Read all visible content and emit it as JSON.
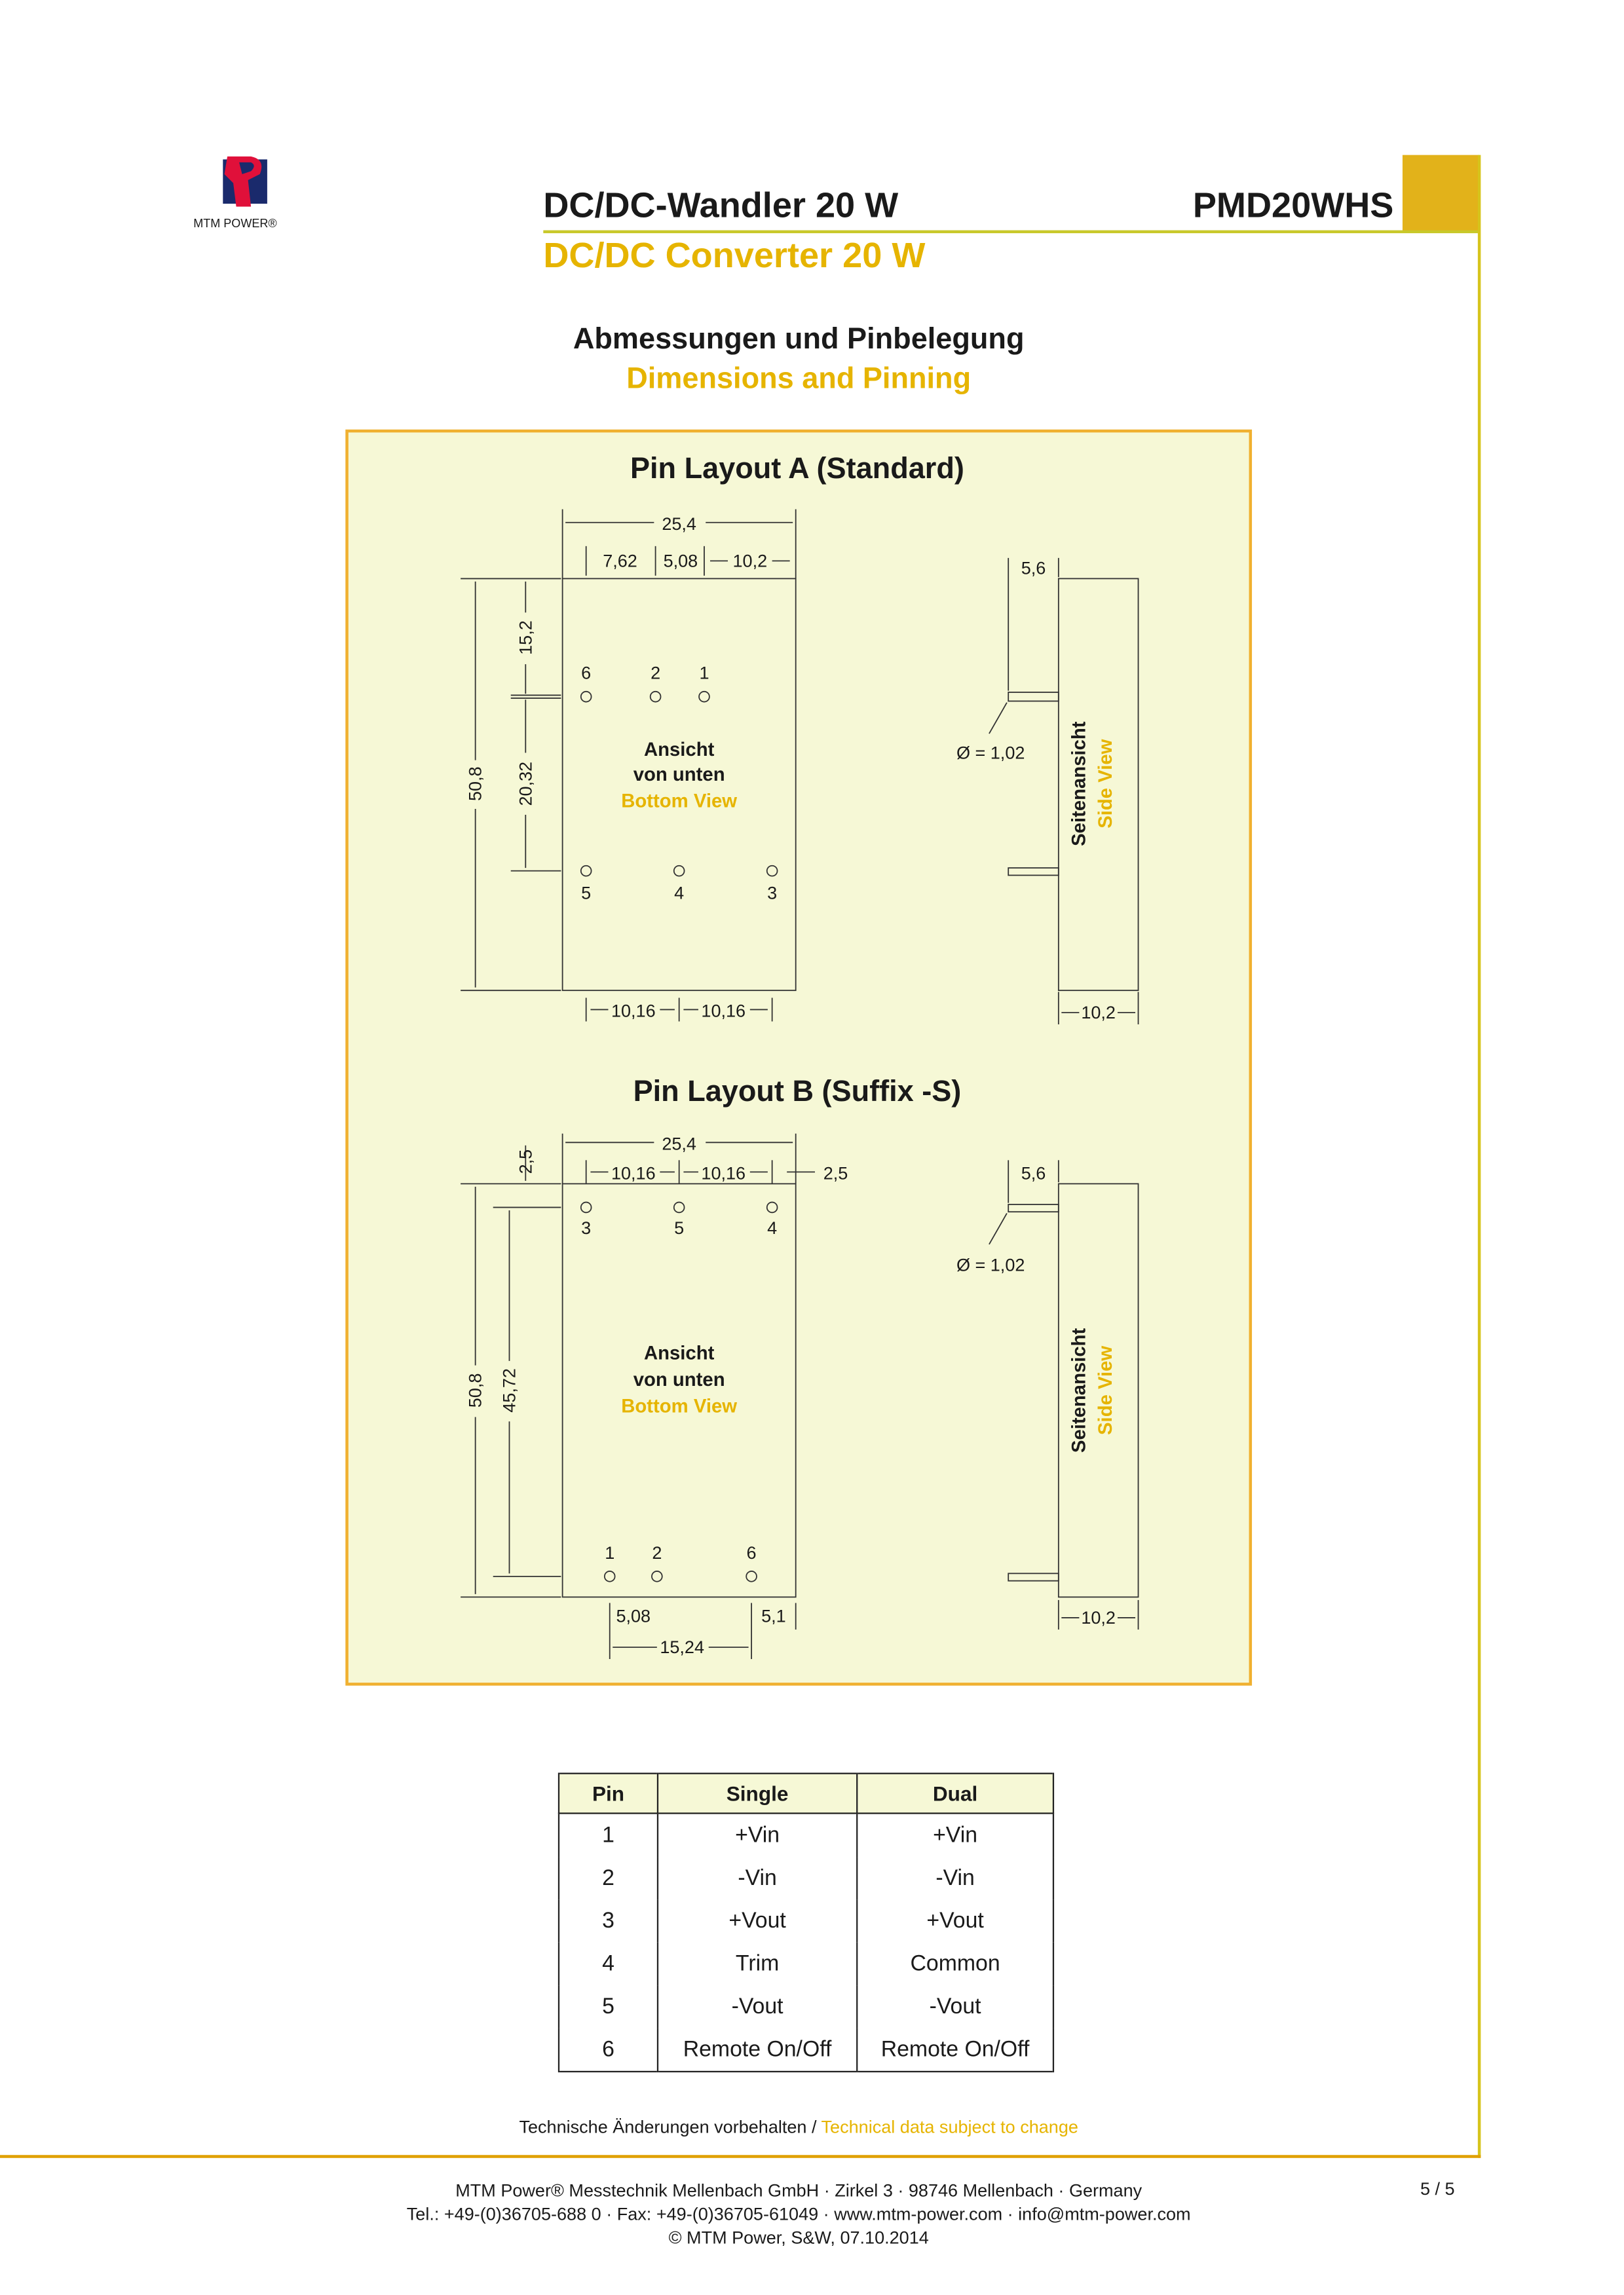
{
  "logo": {
    "brand": "MTM POWER®",
    "colors": {
      "red": "#e0103a",
      "blue": "#1a2a6c"
    }
  },
  "header": {
    "title_de": "DC/DC-Wandler 20 W",
    "title_en": "DC/DC Converter 20 W",
    "product": "PMD20WHS"
  },
  "section": {
    "title_de": "Abmessungen und Pinbelegung",
    "title_en": "Dimensions and Pinning"
  },
  "colors": {
    "accent": "#e6b400",
    "panel": "#f6f8d6",
    "panel_border": "#f0b030"
  },
  "layout_a": {
    "title": "Pin Layout A (Standard)",
    "dims": {
      "width": "25,4",
      "d1": "7,62",
      "d2": "5,08",
      "d3": "10,2",
      "height": "50,8",
      "top": "15,2",
      "rows": "20,32",
      "b1": "10,16",
      "b2": "10,16",
      "side_h": "5,6",
      "pin_d": "Ø = 1,02",
      "side_w": "10,2"
    },
    "pins_top": [
      "6",
      "2",
      "1"
    ],
    "pins_bottom": [
      "5",
      "4",
      "3"
    ],
    "view_de1": "Ansicht",
    "view_de2": "von unten",
    "view_en": "Bottom View",
    "side_de": "Seitenansicht",
    "side_en": "Side View"
  },
  "layout_b": {
    "title": "Pin Layout B (Suffix -S)",
    "dims": {
      "width": "25,4",
      "t1": "10,16",
      "t2": "10,16",
      "t3": "2,5",
      "left_top": "2,5",
      "height": "50,8",
      "inner": "45,72",
      "b1": "5,08",
      "b2": "5,1",
      "b3": "15,24",
      "side_h": "5,6",
      "pin_d": "Ø = 1,02",
      "side_w": "10,2"
    },
    "pins_top": [
      "3",
      "5",
      "4"
    ],
    "pins_bottom": [
      "1",
      "2",
      "6"
    ],
    "view_de1": "Ansicht",
    "view_de2": "von unten",
    "view_en": "Bottom View",
    "side_de": "Seitenansicht",
    "side_en": "Side View"
  },
  "pin_table": {
    "headers": [
      "Pin",
      "Single",
      "Dual"
    ],
    "rows": [
      [
        "1",
        "+Vin",
        "+Vin"
      ],
      [
        "2",
        "-Vin",
        "-Vin"
      ],
      [
        "3",
        "+Vout",
        "+Vout"
      ],
      [
        "4",
        "Trim",
        "Common"
      ],
      [
        "5",
        "-Vout",
        "-Vout"
      ],
      [
        "6",
        "Remote On/Off",
        "Remote On/Off"
      ]
    ]
  },
  "note": {
    "de": "Technische Änderungen vorbehalten / ",
    "en": "Technical data subject to change"
  },
  "footer": {
    "line1": "MTM Power® Messtechnik Mellenbach GmbH · Zirkel 3 · 98746 Mellenbach · Germany",
    "line2": "Tel.: +49-(0)36705-688 0 · Fax: +49-(0)36705-61049 · www.mtm-power.com · info@mtm-power.com",
    "line3": "© MTM Power, S&W, 07.10.2014",
    "page": "5 / 5"
  }
}
